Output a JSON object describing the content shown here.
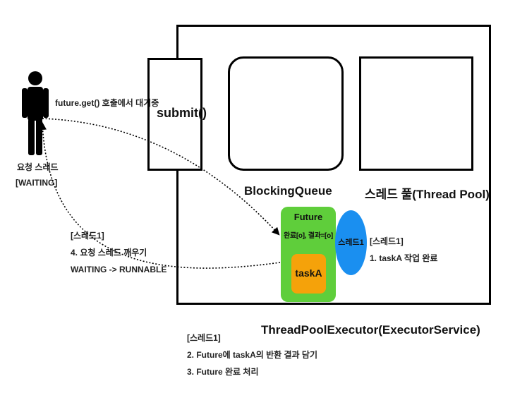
{
  "caller": {
    "label_line1": "요청 스레드",
    "label_line2": "[WAITING]",
    "wait_text": "future.get() 호출에서 대기중"
  },
  "submit": {
    "label": "submit()"
  },
  "executor": {
    "label": "ThreadPoolExecutor(ExecutorService)",
    "queue_label": "BlockingQueue",
    "pool_label": "스레드 풀(Thread Pool)"
  },
  "future": {
    "title": "Future",
    "state": "완료[o], 결과=[o]",
    "task": "taskA"
  },
  "worker": {
    "label": "스레드1",
    "note_line1": "[스레드1]",
    "note_line2": "1. taskA 작업 완료"
  },
  "wake": {
    "line1": "[스레드1]",
    "line2": "4. 요청 스레드 깨우기",
    "line3": "WAITING -> RUNNABLE"
  },
  "steps": {
    "line1": "[스레드1]",
    "line2": "2. Future에 taskA의 반환 결과 담기",
    "line3": "3. Future 완료 처리"
  },
  "colors": {
    "future_green": "#5fce3b",
    "task_orange": "#f5a20a",
    "thread_blue": "#1a8ff0"
  }
}
